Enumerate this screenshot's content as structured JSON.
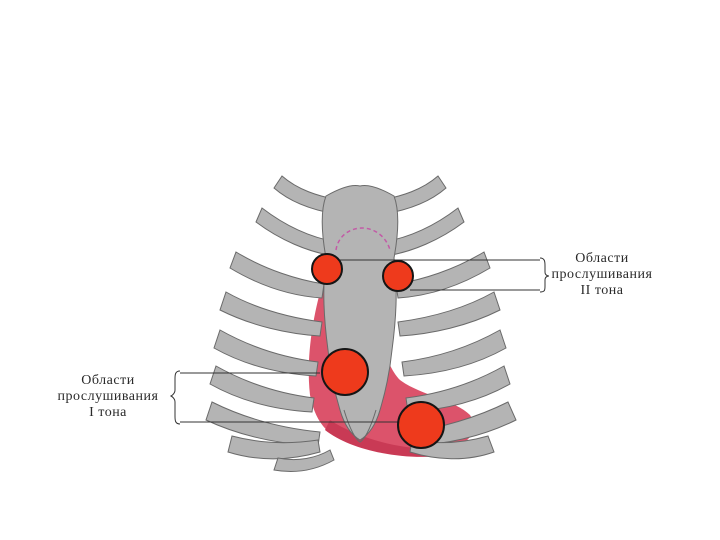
{
  "labels": {
    "second_tone": {
      "line1": "Области",
      "line2": "прослушивания",
      "line3": "II тона"
    },
    "first_tone": {
      "line1": "Области",
      "line2": "прослушивания",
      "line3": "I тона"
    }
  },
  "colors": {
    "bone": "#b4b4b4",
    "bone_outline": "#6a6a6a",
    "heart": "#d9445e",
    "auscultation_point": "#ee3a1c",
    "point_outline": "#151515",
    "outline_dash": "#c25aa6",
    "text": "#2a2a2a"
  }
}
